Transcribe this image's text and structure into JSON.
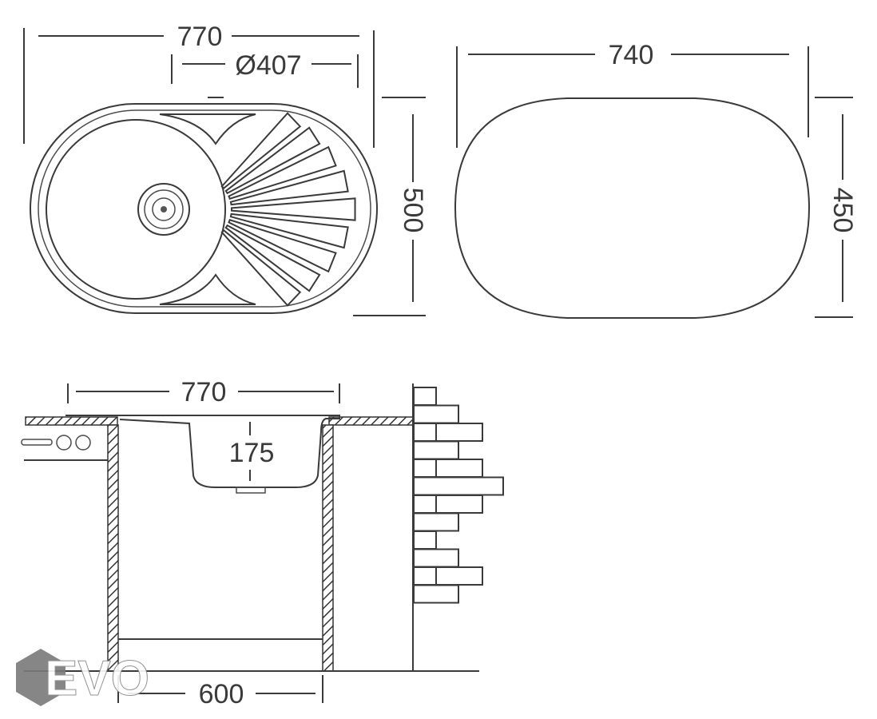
{
  "top_view": {
    "overall_width": "770",
    "bowl_diameter": "Ø407",
    "overall_depth": "500"
  },
  "cutout_view": {
    "cutout_width": "740",
    "cutout_depth": "450"
  },
  "side_view": {
    "overall_width": "770",
    "bowl_depth": "175",
    "cabinet_width": "600"
  },
  "logo": {
    "text": "EVO",
    "color": "#7a7a7a"
  }
}
